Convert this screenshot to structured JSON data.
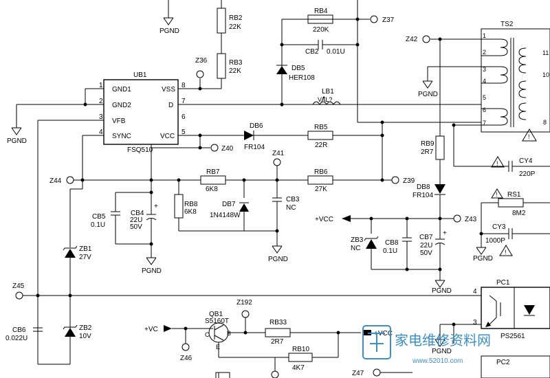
{
  "chip": {
    "ref": "UB1",
    "name": "FSQ510",
    "pins_left": [
      {
        "num": "1",
        "name": "GND1"
      },
      {
        "num": "2",
        "name": "GND2"
      },
      {
        "num": "3",
        "name": "VFB"
      },
      {
        "num": "4",
        "name": "SYNC"
      }
    ],
    "pins_right": [
      {
        "num": "8",
        "name": "VSS"
      },
      {
        "num": "7",
        "name": "D"
      },
      {
        "num": "6",
        "name": ""
      },
      {
        "num": "5",
        "name": "VCC"
      }
    ]
  },
  "resistors": {
    "rb2": {
      "ref": "RB2",
      "val": "22K"
    },
    "rb3": {
      "ref": "RB3",
      "val": "22K"
    },
    "rb4": {
      "ref": "RB4",
      "val": "220K"
    },
    "rb5": {
      "ref": "RB5",
      "val": "22R"
    },
    "rb6": {
      "ref": "RB6",
      "val": "27K"
    },
    "rb7": {
      "ref": "RB7",
      "val": "6K8"
    },
    "rb8": {
      "ref": "RB8",
      "val": "6K8"
    },
    "rb9": {
      "ref": "RB9",
      "val": "2R7"
    },
    "rb33": {
      "ref": "RB33",
      "val": "2R7"
    },
    "rb10": {
      "ref": "RB10",
      "val": "4K7"
    },
    "rs1": {
      "ref": "RS1",
      "val": "8M2"
    }
  },
  "capacitors": {
    "cb2": {
      "ref": "CB2",
      "val": "0.01U"
    },
    "cb3": {
      "ref": "CB3",
      "val": "NC"
    },
    "cb4": {
      "ref": "CB4",
      "val1": "22U",
      "val2": "50V"
    },
    "cb5": {
      "ref": "CB5",
      "val": "0.1U"
    },
    "cb6": {
      "ref": "CB6",
      "val": "0.022U"
    },
    "cb7": {
      "ref": "CB7",
      "val1": "22U",
      "val2": "50V"
    },
    "cb8": {
      "ref": "CB8",
      "val": "0.1U"
    },
    "cy3": {
      "ref": "CY3",
      "val": "1000P"
    },
    "cy4": {
      "ref": "CY4",
      "val": "220P"
    }
  },
  "diodes": {
    "db5": {
      "ref": "DB5",
      "val": "HER108"
    },
    "db6": {
      "ref": "DB6",
      "val": "FR104"
    },
    "db7": {
      "ref": "DB7",
      "val": "1N4148W"
    },
    "db8": {
      "ref": "DB8",
      "val": "FR104"
    },
    "zb1": {
      "ref": "ZB1",
      "val": "27V"
    },
    "zb2": {
      "ref": "ZB2",
      "val": "10V"
    },
    "zb3": {
      "ref": "ZB3",
      "val": "NC"
    }
  },
  "inductor": {
    "ref": "LB1",
    "val": "VAL?"
  },
  "transistor": {
    "ref": "QB1",
    "val": "S5160T",
    "pin_c": "C",
    "pin_b": "B",
    "pin_e": "E"
  },
  "transformer": {
    "ref": "TS2",
    "pins": [
      "1",
      "2",
      "3",
      "4",
      "5",
      "6",
      "7"
    ],
    "pins_right": [
      "11",
      "10",
      "8"
    ]
  },
  "optocoupler": {
    "ref": "PC1",
    "part": "PS2561",
    "pin4": "4",
    "pin3": "3",
    "ref2": "PC2"
  },
  "testpoints": {
    "z36": "Z36",
    "z37": "Z37",
    "z39": "Z39",
    "z40": "Z40",
    "z41": "Z41",
    "z42": "Z42",
    "z43": "Z43",
    "z44": "Z44",
    "z45": "Z45",
    "z46": "Z46",
    "z47": "Z47",
    "z192": "Z192"
  },
  "nets": {
    "pgnd": "PGND",
    "vcc": "+VCC",
    "vc": "+VC"
  },
  "watermark": {
    "text": "家电维修资料网",
    "url": "www.52010.com"
  },
  "colors": {
    "line": "#000000",
    "watermark": "#3a8fc9"
  }
}
